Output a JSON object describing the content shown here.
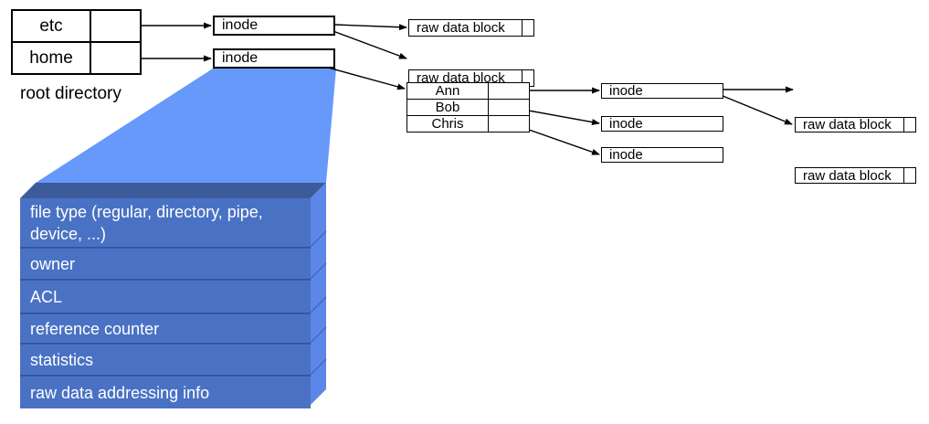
{
  "root_table": {
    "rows": [
      {
        "name": "etc"
      },
      {
        "name": "home"
      }
    ],
    "caption": "root directory"
  },
  "top_inodes": [
    {
      "label": "inode",
      "dots": 2
    },
    {
      "label": "inode",
      "dots": 1
    }
  ],
  "top_raw_blocks": [
    {
      "label": "raw data block"
    },
    {
      "label": "raw data block"
    }
  ],
  "home_dir_table": {
    "rows": [
      {
        "name": "Ann"
      },
      {
        "name": "Bob"
      },
      {
        "name": "Chris"
      }
    ]
  },
  "right_inodes": [
    {
      "label": "inode",
      "dots": 2
    },
    {
      "label": "inode",
      "dots": 0
    },
    {
      "label": "inode",
      "dots": 0
    }
  ],
  "right_raw_blocks": [
    {
      "label": "raw data block"
    },
    {
      "label": "raw data block"
    }
  ],
  "inode_detail": {
    "rows": [
      "file type (regular, directory, pipe, device, ...)",
      "owner",
      "ACL",
      "reference counter",
      "statistics",
      "raw data addressing info"
    ]
  },
  "colors": {
    "funnel_blue": "#6699fa",
    "detail_face_blue": "#4a72c4",
    "detail_side_blue": "#5c86e8",
    "detail_top_bevel": "#3d5b9b",
    "row_separator": "#35579f",
    "line_black": "#000000"
  }
}
